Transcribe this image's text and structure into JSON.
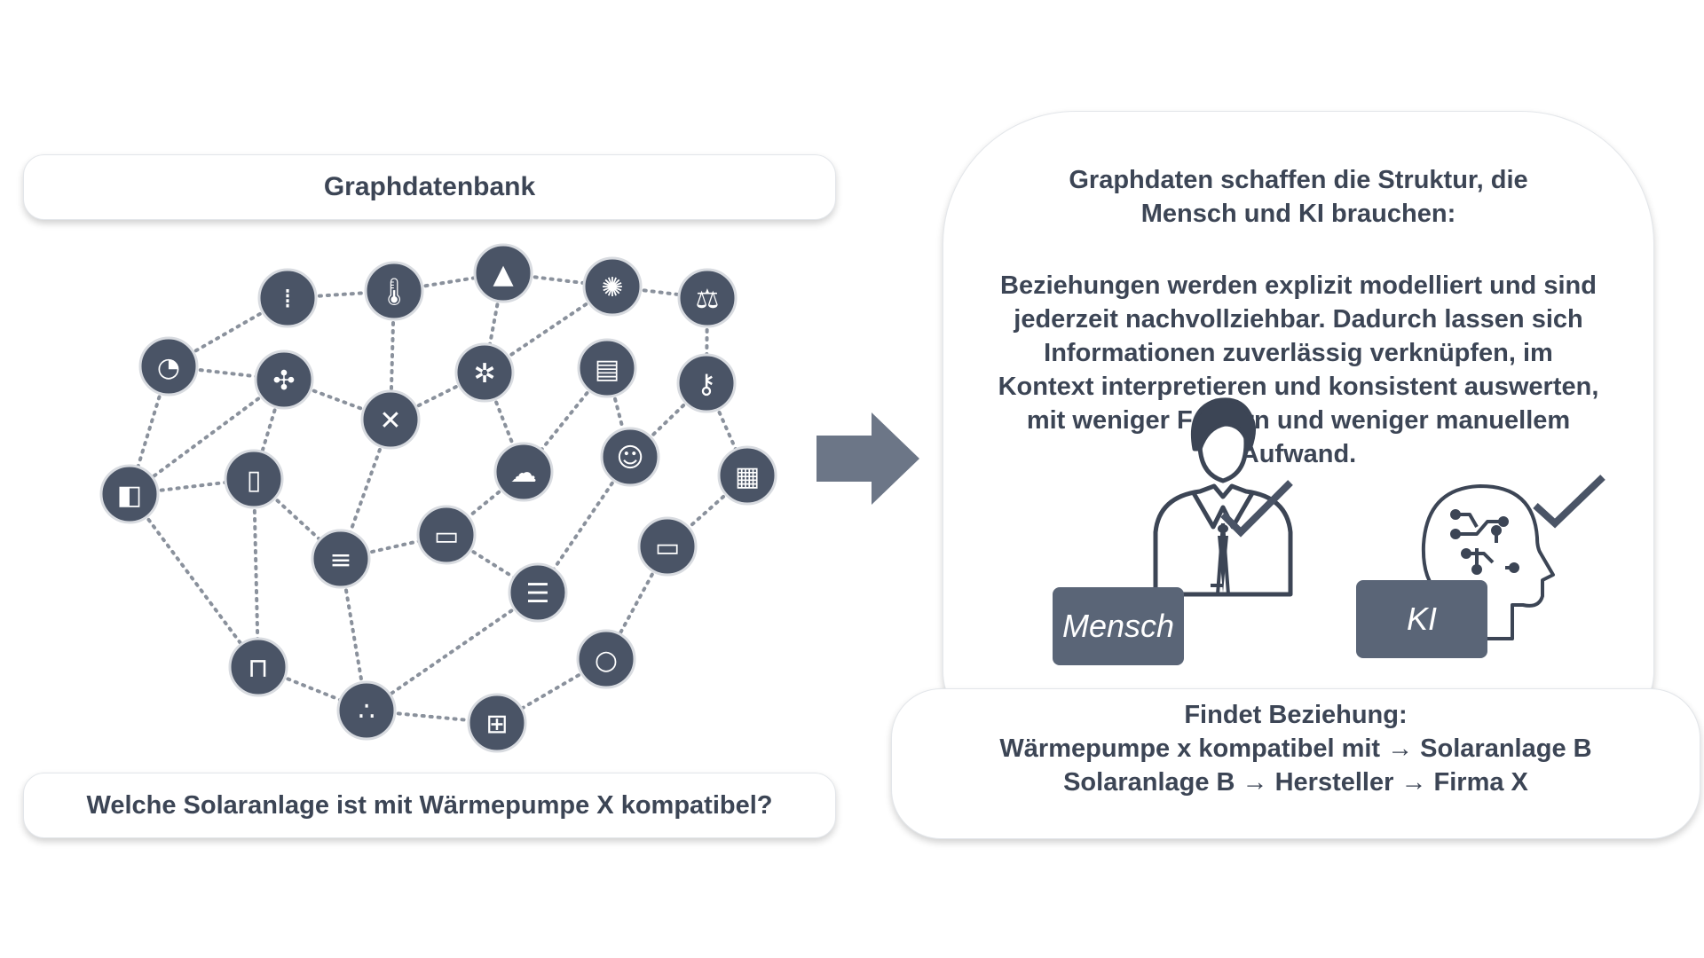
{
  "left_panel": {
    "title": "Graphdatenbank",
    "question": "Welche Solaranlage ist mit Wärmepumpe X kompatibel?",
    "node_icons": [
      "binary-icon",
      "thermometer-icon",
      "snow-warning-icon",
      "saw-blade-icon",
      "scales-icon",
      "speedometer-icon",
      "wind-turbine-icon",
      "gears-droplet-icon",
      "document-icon",
      "key-icon",
      "tools-icon",
      "cloud-network-icon",
      "engineer-icon",
      "camera-icon",
      "phone-location-icon",
      "clipboard-badge-icon",
      "database-icon",
      "car-icon",
      "battery-icon",
      "checklist-icon",
      "lock-icon",
      "lightbulb-icon",
      "scatter-chart-icon",
      "presentation-icon"
    ]
  },
  "right_panel": {
    "heading": "Graphdaten schaffen die Struktur, die Mensch und KI brauchen:",
    "body": "Beziehungen werden explizit modelliert und sind jederzeit nachvollziehbar. Dadurch lassen sich Informationen zuverlässig verknüpfen, im Kontext interpretieren und konsistent auswerten, mit weniger Fehlern und weniger manuellem Aufwand.",
    "human_label": "Mensch",
    "ai_label": "KI"
  },
  "result": {
    "line1": "Findet Beziehung:",
    "line2": "Wärmepumpe x  kompatibel mit → Solaranlage B",
    "line3": "Solaranlage B → Hersteller → Firma X"
  },
  "colors": {
    "node": "#4a5466",
    "text": "#3c4555",
    "tag": "#5a6577",
    "arrow": "#6c7687"
  }
}
